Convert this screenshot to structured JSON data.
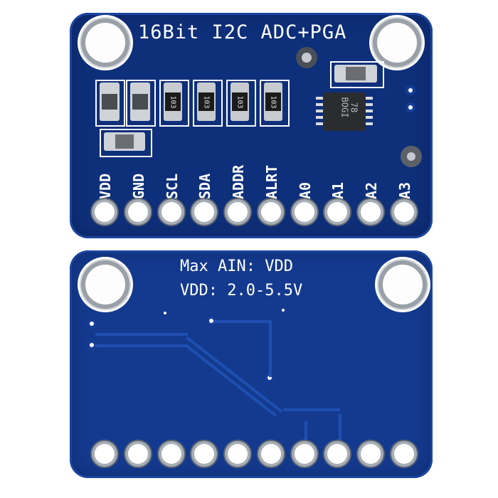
{
  "product": {
    "name": "16Bit I2C ADC+PGA module (front and back views)",
    "board_color": "#0e2f7a",
    "silkscreen_color": "#ffffff"
  },
  "front": {
    "title": "16Bit I2C ADC+PGA",
    "resistor_marking": "103",
    "resistor_count": 4,
    "ic_marking": [
      "78",
      "BOGI"
    ],
    "pins": [
      "VDD",
      "GND",
      "SCL",
      "SDA",
      "ADDR",
      "ALRT",
      "A0",
      "A1",
      "A2",
      "A3"
    ]
  },
  "back": {
    "line1": "Max AIN: VDD",
    "line2": "VDD: 2.0-5.5V",
    "pad_count": 10
  }
}
